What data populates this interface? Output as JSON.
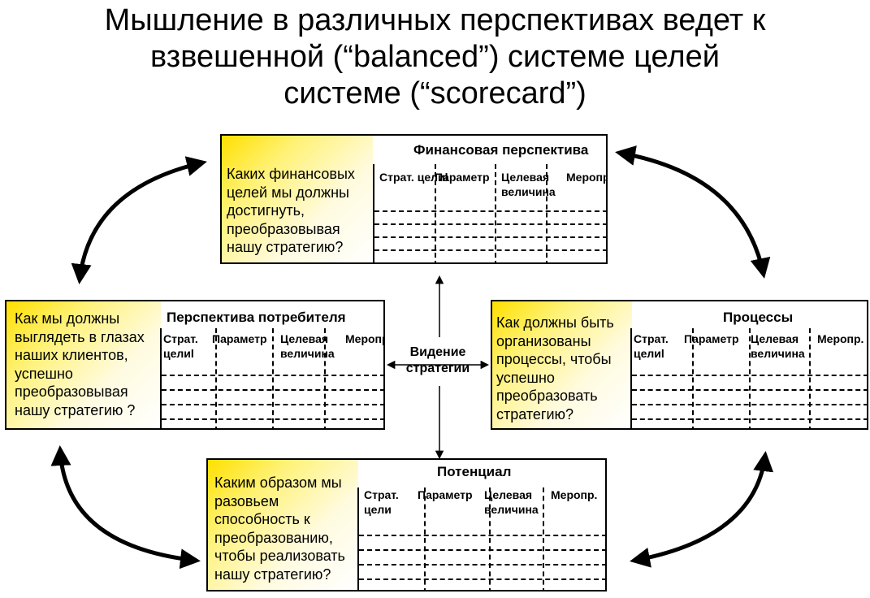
{
  "title": {
    "line1": "Мышление в различных перспективах ведет к",
    "line2": "взвешенной (“balanced”) системе целей",
    "line3": "системе (“scorecard”)"
  },
  "center": {
    "line1": "Видение",
    "line2": "стратегии"
  },
  "panels": {
    "financial": {
      "title": "Финансовая перспектива",
      "question": [
        "Каких финансовых",
        "целей мы должны",
        "достигнуть,",
        "преобразовывая",
        "нашу стратегию?"
      ],
      "columns": [
        "Страт. целиl",
        "Параметр",
        "Целевая величина",
        "Меропр."
      ]
    },
    "customer": {
      "title": "Перспектива потребителя",
      "question": [
        "Как мы должны",
        "выглядеть в глазах",
        "наших клиентов,",
        "успешно",
        "преобразовывая",
        "нашу стратегию ?"
      ],
      "columns": [
        "Страт. целиl",
        "Параметр",
        "Целевая величина",
        "Меропр."
      ]
    },
    "process": {
      "title": "Процессы",
      "question": [
        "Как должны быть",
        "организованы",
        "процессы, чтобы",
        "успешно",
        "преобразовать",
        "стратегию?"
      ],
      "columns": [
        "Страт. целиl",
        "Параметр",
        "Целевая величина",
        "Меропр."
      ]
    },
    "potential": {
      "title": "Потенциал",
      "question": [
        "Каким образом мы",
        "разовьем",
        "способность к",
        "преобразованию,",
        "чтобы реализовать",
        "нашу стратегию?"
      ],
      "columns": [
        "Страт. цели",
        "Параметр",
        "Целевая величина",
        "Меропр."
      ]
    }
  },
  "colors": {
    "gradient_start": "#ffe000",
    "gradient_end": "#ffffff",
    "line": "#000000"
  },
  "icons": [
    "curved-double-arrow-icon",
    "straight-arrow-icon"
  ]
}
